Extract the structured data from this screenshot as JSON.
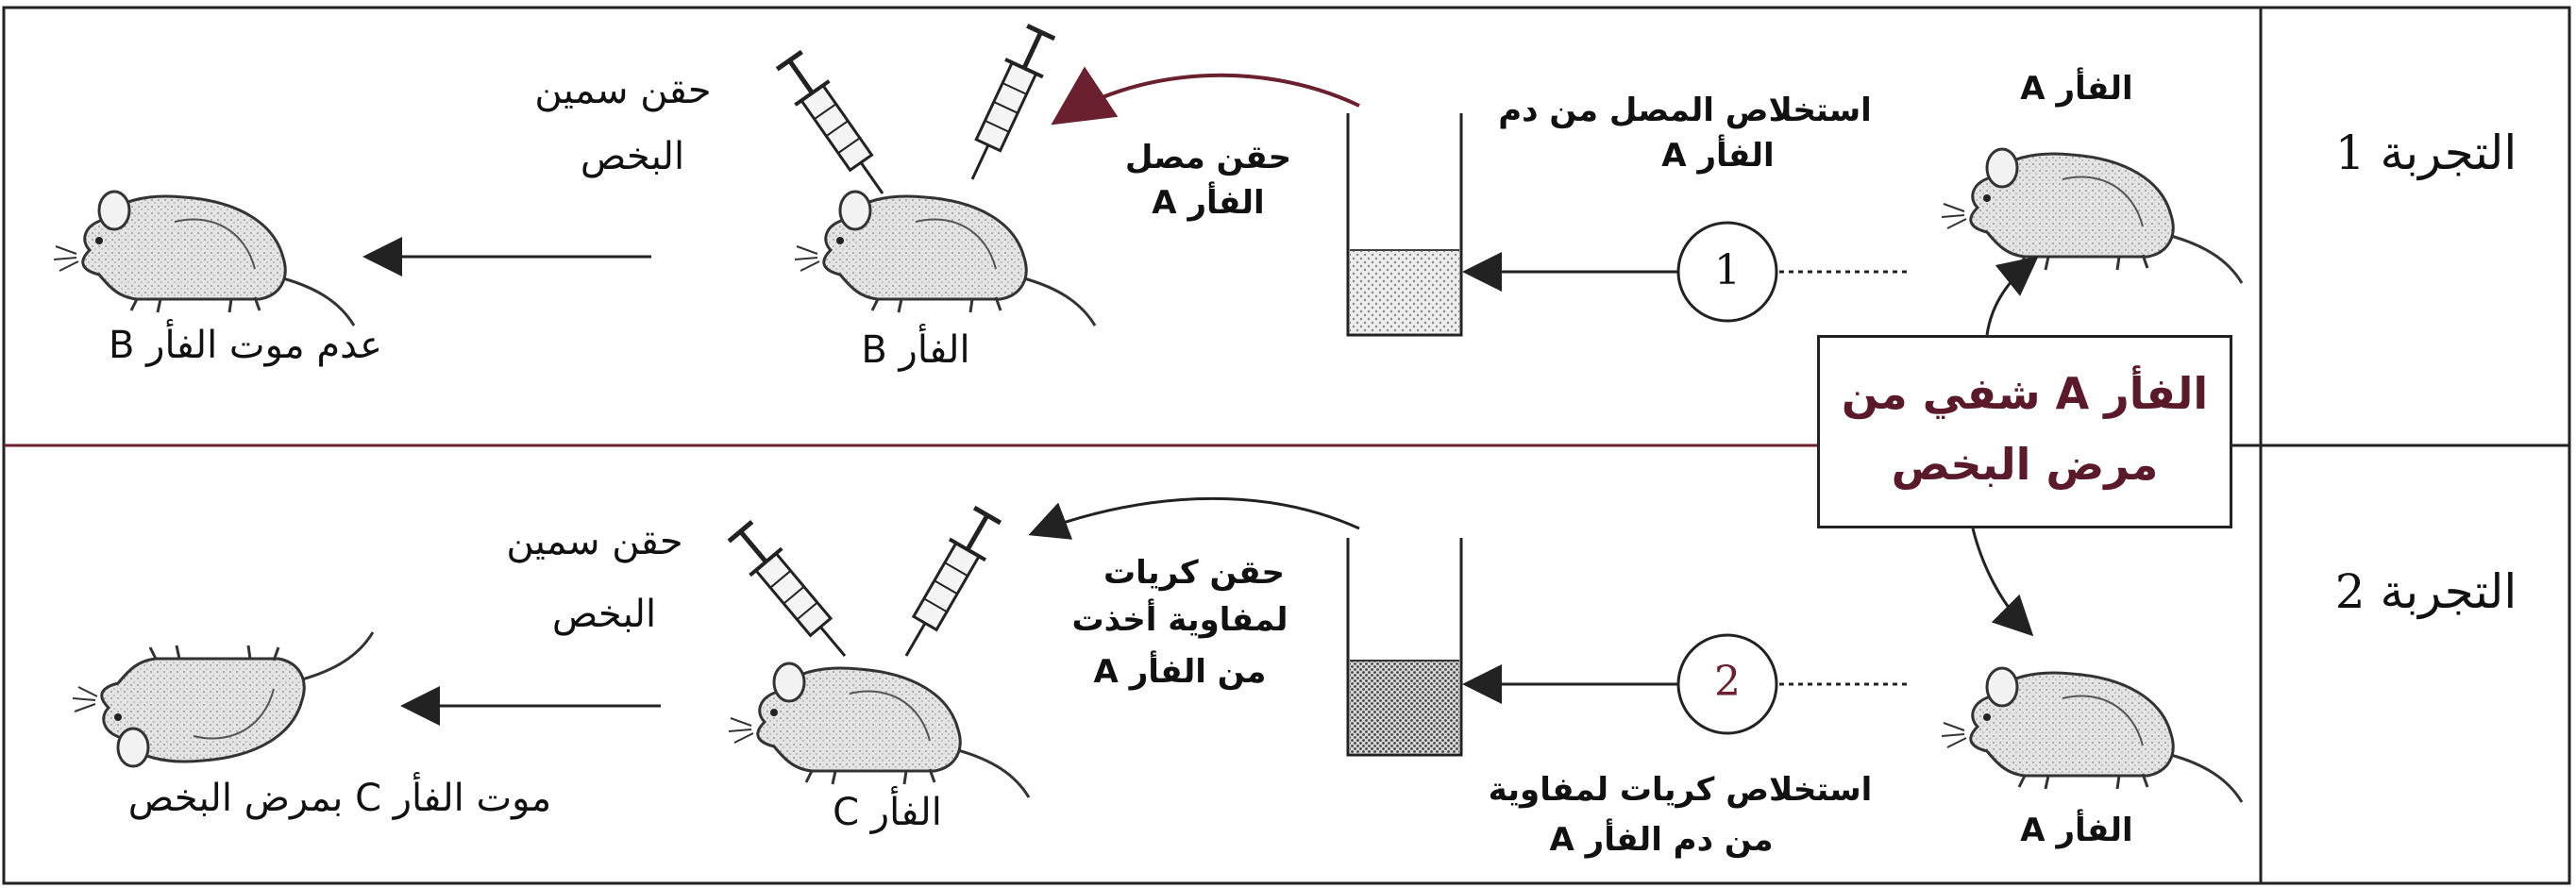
{
  "rows": [
    {
      "label": "التجربة 1"
    },
    {
      "label": "التجربة 2"
    }
  ],
  "experiment1": {
    "mouse_a_label": "الفأر A",
    "step_number": "1",
    "extract_line1": "استخلاص المصل من دم",
    "extract_line2": "الفأر A",
    "inject_serum_line1": "حقن مصل",
    "inject_serum_line2": "الفأر A",
    "toxin_line1": "حقن سمين",
    "toxin_line2": "البخص",
    "mouse_b_label": "الفأر B",
    "result": "عدم موت الفأر B"
  },
  "experiment2": {
    "mouse_a_label": "الفأر A",
    "step_number": "2",
    "extract_line1": "استخلاص كريات لمفاوية",
    "extract_line2": "من دم الفأر A",
    "inject_cells_line1": "حقن كريات",
    "inject_cells_line2": "لمفاوية أخذت",
    "inject_cells_line3": "من الفأر A",
    "toxin_line1": "حقن سمين",
    "toxin_line2": "البخص",
    "mouse_c_label": "الفأر C",
    "result": "موت الفأر C بمرض البخص"
  },
  "note": {
    "line1": "الفأر A شفي من",
    "line2": "مرض البخص"
  },
  "colors": {
    "line": "#222222",
    "accent": "#6b2030",
    "mouse_fill": "#dcdcdc",
    "serum_fill": "#e6e6e6",
    "cells_fill": "#c9c9c9"
  }
}
